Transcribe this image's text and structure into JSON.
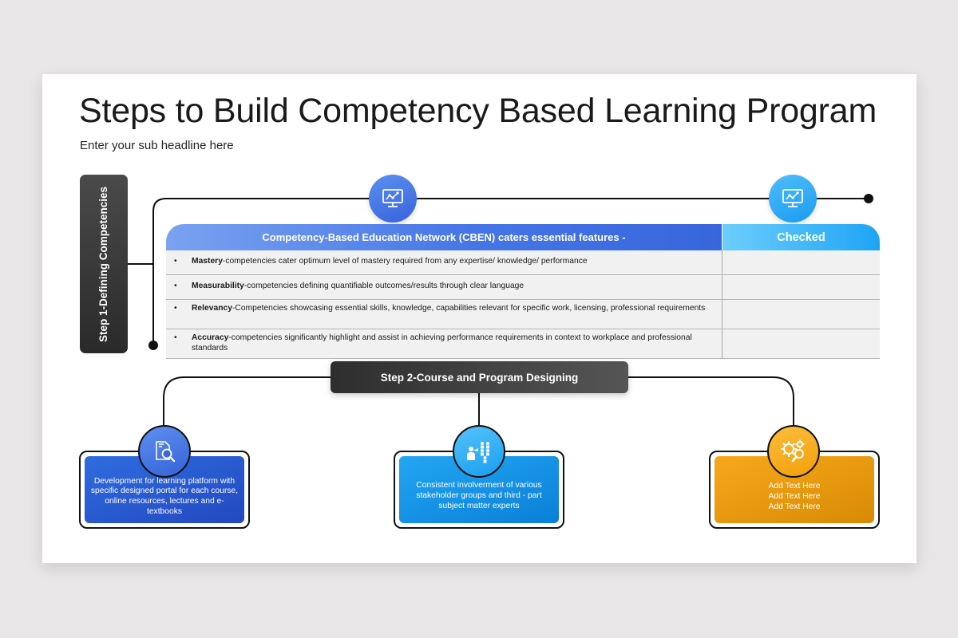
{
  "slide": {
    "title": "Steps to Build Competency Based Learning Program",
    "subtitle": "Enter your sub headline here"
  },
  "step1": {
    "label": "Step 1-Defining Competencies",
    "icons": [
      "monitor-chart-icon",
      "monitor-chart-icon"
    ]
  },
  "table": {
    "header_main": "Competency-Based  Education Network (CBEN) caters essential features -",
    "header_check": "Checked",
    "rows": [
      {
        "bullet": "•",
        "term": "Mastery",
        "text": "-competencies cater optimum level of mastery required from any expertise/ knowledge/ performance",
        "checked": ""
      },
      {
        "bullet": "•",
        "term": "Measurability",
        "text": "-competencies defining quantifiable outcomes/results through clear language",
        "checked": ""
      },
      {
        "bullet": "•",
        "term": "Relevancy",
        "text": "-Competencies showcasing essential skills, knowledge, capabilities relevant for specific work, licensing, professional requirements",
        "checked": ""
      },
      {
        "bullet": "•",
        "term": "Accuracy",
        "text": "-competencies significantly highlight and assist in achieving performance requirements in context to workplace and professional standards",
        "checked": ""
      }
    ]
  },
  "step2": {
    "label": "Step 2-Course and Program Designing",
    "cards": [
      {
        "icon": "document-search-icon",
        "text": "Development for learning platform with specific designed portal for each course, online resources, lectures and e-textbooks"
      },
      {
        "icon": "stakeholder-group-icon",
        "text": "Consistent involverment of various stakeholder groups and third - part subject matter experts"
      },
      {
        "icon": "gears-search-icon",
        "text": "Add Text Here\nAdd Text Here\nAdd Text Here"
      }
    ]
  },
  "colors": {
    "blue": "#3766dc",
    "cyan": "#1ea4f5",
    "orange": "#f39f0b",
    "dark": "#2e2e2e",
    "row_bg": "#f1f1f1"
  }
}
